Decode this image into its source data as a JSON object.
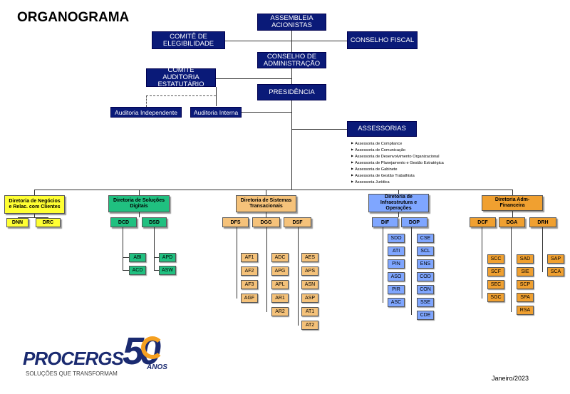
{
  "title": "ORGANOGRAMA",
  "top": {
    "assembleia": "ASSEMBLEIA ACIONISTAS",
    "comite_eleg": "COMITÊ DE ELEGIBILIDADE",
    "conselho_fiscal": "CONSELHO FISCAL",
    "conselho_adm": "CONSELHO DE ADMINISTRAÇÃO",
    "comite_auditoria": "COMITÊ AUDITORIA ESTATUTÁRIO",
    "presidencia": "PRESIDÊNCIA",
    "aud_independente": "Auditoria Independente",
    "aud_interna": "Auditoria Interna",
    "assessorias": "ASSESSORIAS"
  },
  "assessorias_list": [
    "Assessoria de Compliance",
    "Assessoria de Comunicação",
    "Assessoria de Desenvolvimento Organizacional",
    "Assessoria de Planejamento e Gestão Estratégica",
    "Assessoria de Gabinete",
    "Assessoria de Gestão Trabalhista",
    "Assessoria Jurídica"
  ],
  "directorates": {
    "d1": {
      "name": "Diretoria de Negócios e Relac. com Clientes",
      "subs": [
        "DNN",
        "DRC"
      ]
    },
    "d2": {
      "name": "Diretoria de Soluções Digitais",
      "subs": [
        "DCD",
        "DSD"
      ],
      "units": {
        "DCD": [
          "ABI",
          "ACD"
        ],
        "DSD": [
          "APD",
          "ASW"
        ]
      }
    },
    "d3": {
      "name": "Diretoria de Sistemas Transacionais",
      "subs": [
        "DFS",
        "DGG",
        "DSF"
      ],
      "units": {
        "DFS": [
          "AF1",
          "AF2",
          "AF3",
          "AGF"
        ],
        "DGG": [
          "ADC",
          "APG",
          "APL",
          "AR1",
          "AR2"
        ],
        "DSF": [
          "AES",
          "APS",
          "ASN",
          "ASP",
          "AT1",
          "AT2"
        ]
      }
    },
    "d4": {
      "name": "Diretoria de Infraestrutura e Operações",
      "subs": [
        "DIF",
        "DOP"
      ],
      "units": {
        "DIF": [
          "SDO",
          "ATI",
          "PIN",
          "ASO",
          "PIR",
          "ASC"
        ],
        "DOP": [
          "CSE",
          "SCL",
          "ENS",
          "COD",
          "CON",
          "SSE",
          "CDE"
        ]
      }
    },
    "d5": {
      "name": "Diretoria Adm-Financeira",
      "subs": [
        "DCF",
        "DGA",
        "DRH"
      ],
      "units": {
        "DCF": [
          "SCC",
          "SCF",
          "SEC",
          "SGC"
        ],
        "DGA": [
          "SAD",
          "SIE",
          "SCP",
          "SPA",
          "RSA"
        ],
        "DRH": [
          "SAP",
          "SCA"
        ]
      }
    }
  },
  "logo": {
    "brand": "PROCERGS",
    "tagline": "SOLUÇÕES QUE TRANSFORMAM",
    "anniv_number": "50",
    "anniv_word": "ANOS"
  },
  "date": "Janeiro/2023",
  "colors": {
    "navy": "#0a1a78",
    "yellow": "#ffff33",
    "green": "#20c080",
    "sand": "#f5c27a",
    "blue": "#7fa6ff",
    "orange": "#f0a030"
  }
}
